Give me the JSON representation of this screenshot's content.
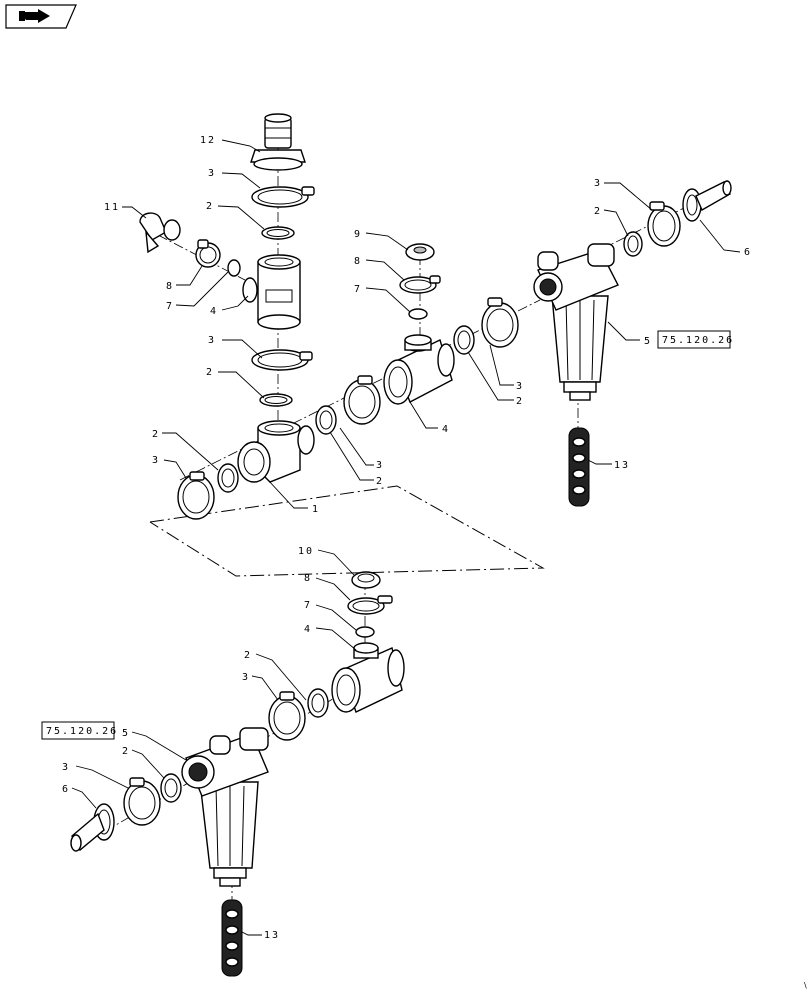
{
  "header": {
    "nav_icon": "forward-arrow-icon"
  },
  "callouts": {
    "c12": "12",
    "c3a": "3",
    "c2a": "2",
    "c11": "11",
    "c8a": "8",
    "c7a": "7",
    "c4a": "4",
    "c3b": "3",
    "c2b": "2",
    "c2c": "2",
    "c3c": "3",
    "c1": "1",
    "c3d": "3",
    "c2d": "2",
    "c9": "9",
    "c8b": "8",
    "c7b": "7",
    "c4b": "4",
    "c3e": "3",
    "c2e": "2",
    "c3f": "3",
    "c2f": "2",
    "c6a": "6",
    "c5a": "5",
    "c13a": "13",
    "c10": "10",
    "c8c": "8",
    "c7c": "7",
    "c4c": "4",
    "c2g": "2",
    "c3g": "3",
    "c5b": "5",
    "c2h": "2",
    "c3h": "3",
    "c6b": "6",
    "c13b": "13"
  },
  "references": {
    "ref_right": "75.120.26",
    "ref_left": "75.120.26"
  }
}
